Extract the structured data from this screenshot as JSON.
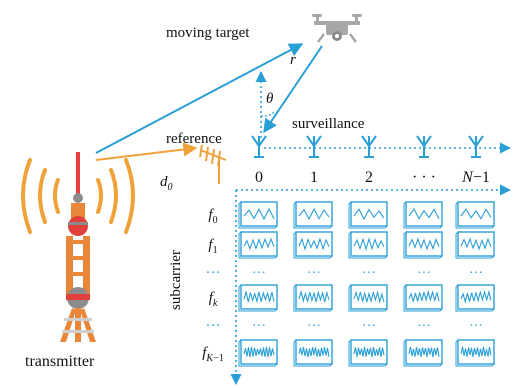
{
  "labels": {
    "moving_target": "moving target",
    "r": "r",
    "theta": "θ",
    "reference": "reference",
    "surveillance": "surveillance",
    "d0": "d",
    "d0_sub": "0",
    "transmitter": "transmitter",
    "subcarrier": "subcarrier"
  },
  "antenna_indices": [
    "0",
    "1",
    "2",
    "· · ·",
    "N−1"
  ],
  "subcarriers": [
    {
      "base": "f",
      "sub": "0"
    },
    {
      "base": "f",
      "sub": "1"
    },
    {
      "base": "···",
      "sub": ""
    },
    {
      "base": "f",
      "sub": "k"
    },
    {
      "base": "···",
      "sub": ""
    },
    {
      "base": "f",
      "sub": "K−1"
    }
  ],
  "colors": {
    "signal": "#2a9fd6",
    "reference_path": "#f0a23a",
    "tower_orange": "#e8873a",
    "tower_red": "#e0413a",
    "tower_gray": "#8c8c8c",
    "drone_gray": "#a7a7a7"
  }
}
